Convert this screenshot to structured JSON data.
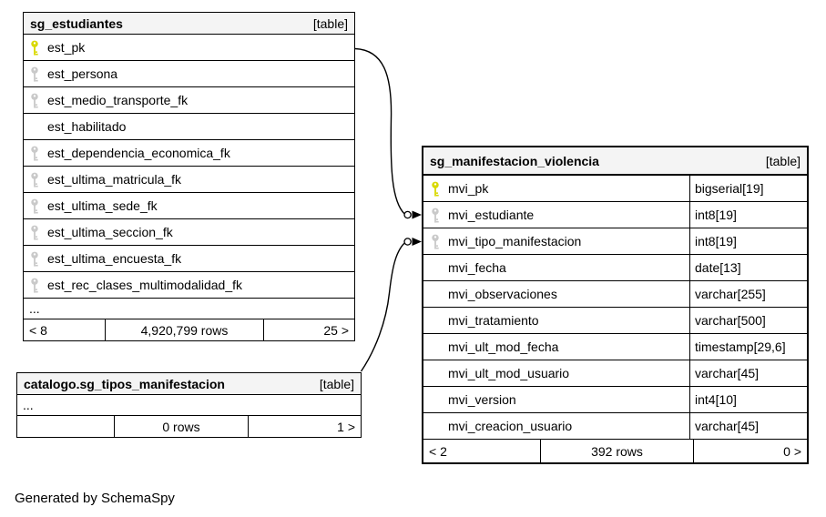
{
  "colors": {
    "primary_key": "#d9d900",
    "foreign_key": "#c9c9c9",
    "header_bg": "#f4f4f4",
    "border": "#000000"
  },
  "generated_by": "Generated by SchemaSpy",
  "tables": {
    "est": {
      "title": "sg_estudiantes",
      "badge": "[table]",
      "columns": [
        {
          "name": "est_pk",
          "key": "primary"
        },
        {
          "name": "est_persona",
          "key": "foreign"
        },
        {
          "name": "est_medio_transporte_fk",
          "key": "foreign"
        },
        {
          "name": "est_habilitado",
          "key": "none"
        },
        {
          "name": "est_dependencia_economica_fk",
          "key": "foreign"
        },
        {
          "name": "est_ultima_matricula_fk",
          "key": "foreign"
        },
        {
          "name": "est_ultima_sede_fk",
          "key": "foreign"
        },
        {
          "name": "est_ultima_seccion_fk",
          "key": "foreign"
        },
        {
          "name": "est_ultima_encuesta_fk",
          "key": "foreign"
        },
        {
          "name": "est_rec_clases_multimodalidad_fk",
          "key": "foreign"
        }
      ],
      "more_indicator": "...",
      "footer": {
        "left": "< 8",
        "rows": "4,920,799 rows",
        "right": "25 >"
      }
    },
    "mvi": {
      "title": "sg_manifestacion_violencia",
      "badge": "[table]",
      "columns": [
        {
          "name": "mvi_pk",
          "key": "primary",
          "type": "bigserial[19]"
        },
        {
          "name": "mvi_estudiante",
          "key": "foreign",
          "type": "int8[19]"
        },
        {
          "name": "mvi_tipo_manifestacion",
          "key": "foreign",
          "type": "int8[19]"
        },
        {
          "name": "mvi_fecha",
          "key": "none",
          "type": "date[13]"
        },
        {
          "name": "mvi_observaciones",
          "key": "none",
          "type": "varchar[255]"
        },
        {
          "name": "mvi_tratamiento",
          "key": "none",
          "type": "varchar[500]"
        },
        {
          "name": "mvi_ult_mod_fecha",
          "key": "none",
          "type": "timestamp[29,6]"
        },
        {
          "name": "mvi_ult_mod_usuario",
          "key": "none",
          "type": "varchar[45]"
        },
        {
          "name": "mvi_version",
          "key": "none",
          "type": "int4[10]"
        },
        {
          "name": "mvi_creacion_usuario",
          "key": "none",
          "type": "varchar[45]"
        }
      ],
      "footer": {
        "left": "< 2",
        "rows": "392 rows",
        "right": "0 >"
      }
    },
    "cat": {
      "title": "catalogo.sg_tipos_manifestacion",
      "badge": "[table]",
      "more_indicator": "...",
      "footer": {
        "left": "",
        "rows": "0 rows",
        "right": "1 >"
      }
    }
  },
  "relationships": [
    {
      "from": "sg_estudiantes.est_pk",
      "to": "sg_manifestacion_violencia.mvi_estudiante"
    },
    {
      "from": "catalogo.sg_tipos_manifestacion",
      "to": "sg_manifestacion_violencia.mvi_tipo_manifestacion"
    }
  ]
}
